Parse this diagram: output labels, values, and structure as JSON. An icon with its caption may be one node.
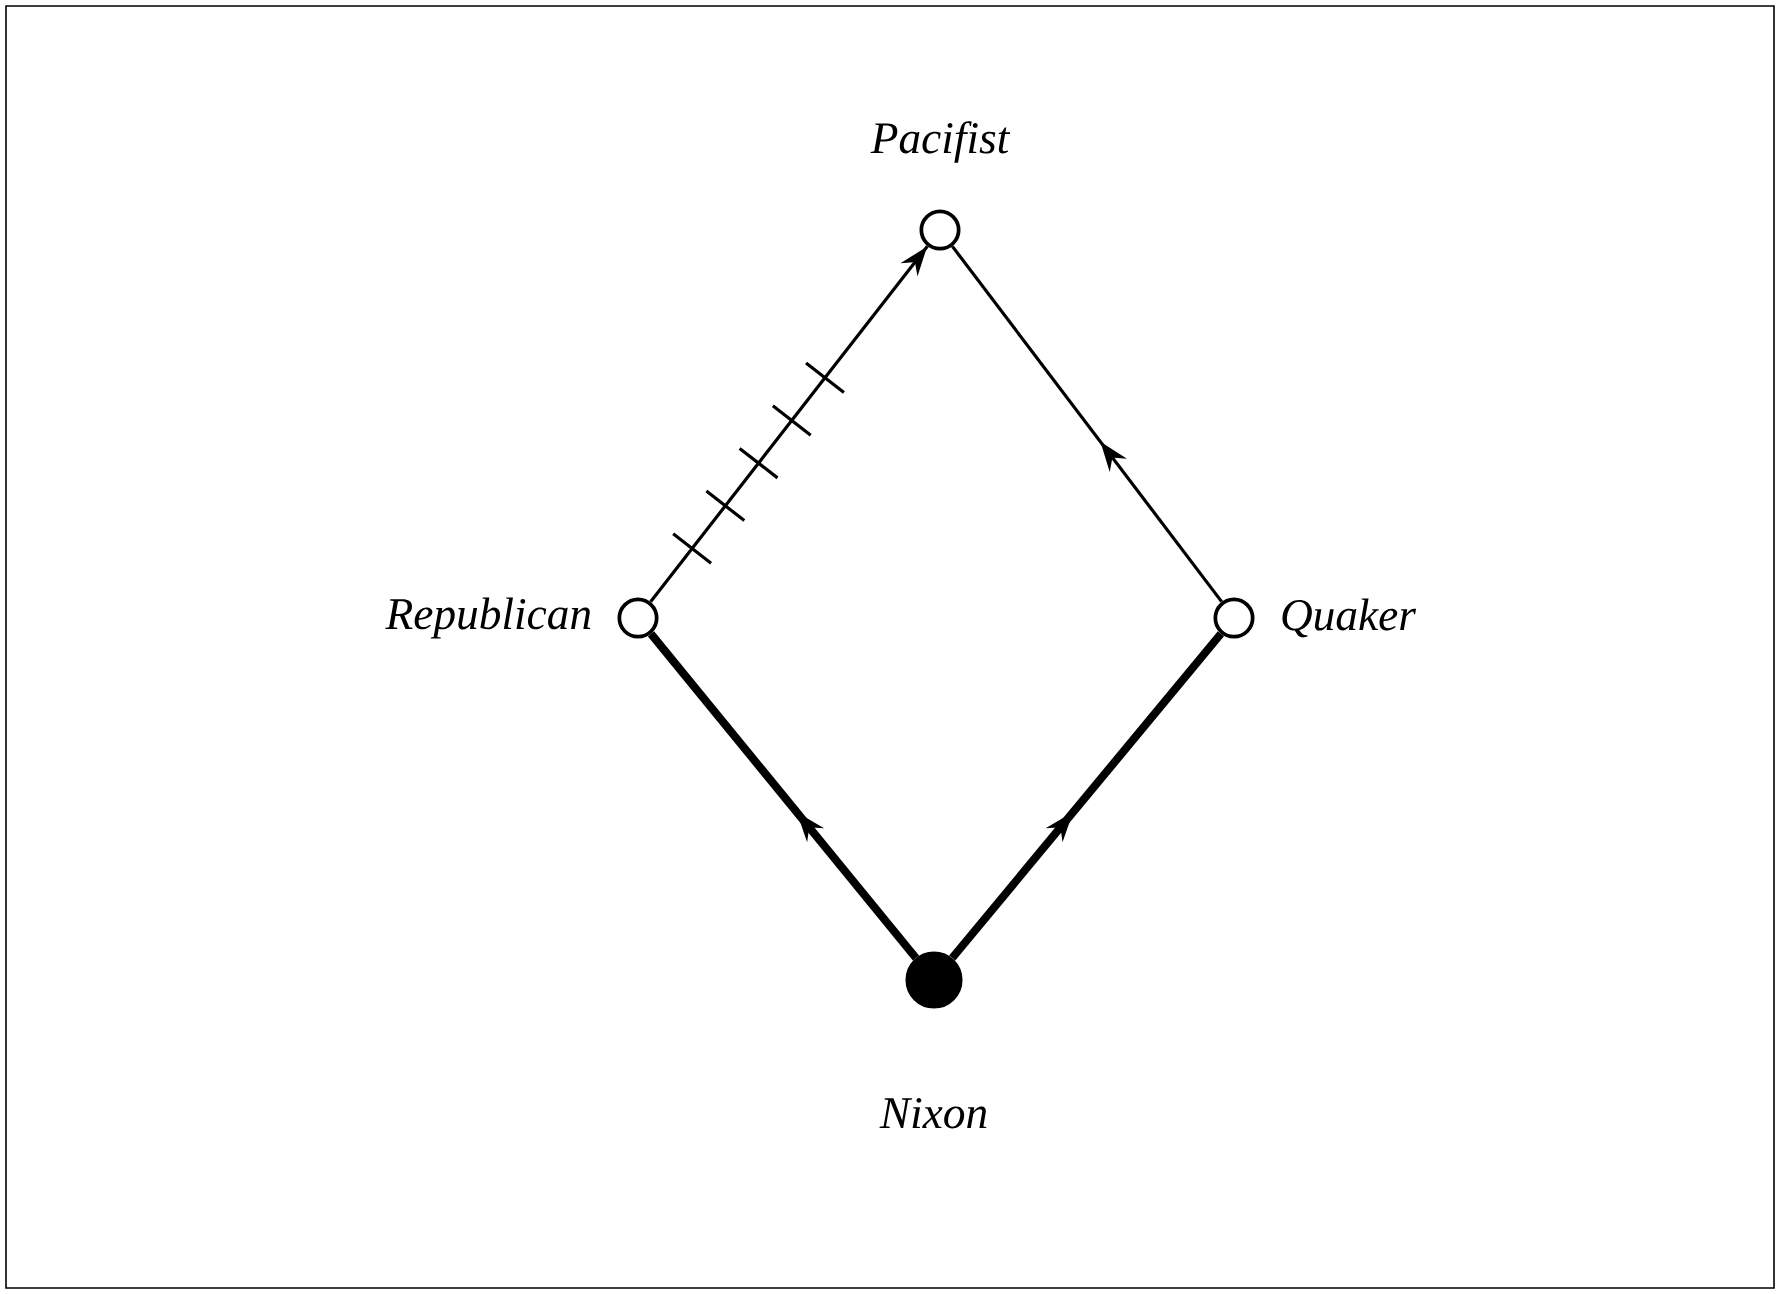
{
  "diagram": {
    "nodes": [
      {
        "text": [
          "Pacifist"
        ]
      },
      {
        "text": [
          "Republican"
        ]
      },
      {
        "text": [
          "Quaker"
        ]
      },
      {
        "text": [
          "Nixon"
        ]
      }
    ],
    "edges": [
      {
        "from": 3,
        "to": 1,
        "arrow": "to",
        "style": "thick"
      },
      {
        "from": 3,
        "to": 2,
        "arrow": "to",
        "style": "thick"
      },
      {
        "from": 2,
        "to": 0,
        "arrow": "to"
      },
      {
        "from": 1,
        "to": 0,
        "arrow": "to"
      }
    ]
  }
}
